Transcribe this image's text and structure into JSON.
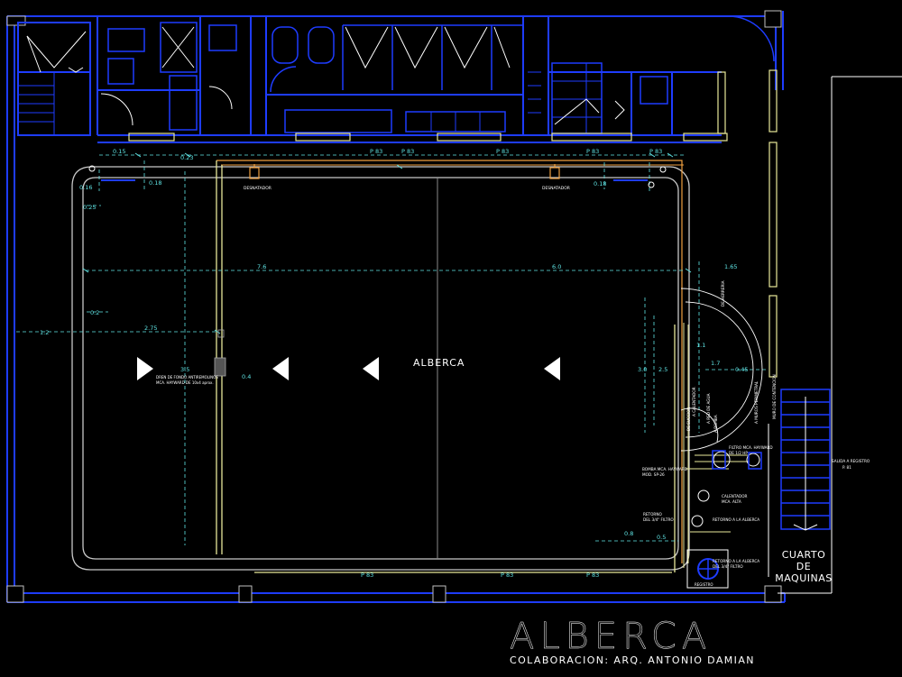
{
  "drawing": {
    "title": "ALBERCA",
    "credit": "COLABORACION: ARQ. ANTONIO DAMIAN",
    "pool_label": "ALBERCA",
    "machine_room": [
      "CUARTO",
      "DE",
      "MAQUINAS"
    ]
  },
  "labels": {
    "desnatador_left": "DESNATADOR",
    "desnatador_right": "DESNATADOR",
    "drain_note": "DREN DE FONDO ANTIREMOLINOS",
    "drain_note2": "MCA. HAYWARD DE 10x4 aprox.",
    "return_pipe": "RETORNO A LA ALBERCA",
    "return_note": "DEL 3/4\" FILTRO",
    "pump_label": "SALIDA A REGISTRO",
    "pump_sub": "P. 81",
    "filter_label": "FILTRO MCA. HAYWARD",
    "filter_sub": "DE 1/2 HP",
    "pump_label2": "BOMBA MCA. HAYWARD",
    "pump_label2_sub": "MOD. SP-26",
    "heater_label": "CALENTADOR",
    "heater_sub": "MCA. ALTA",
    "return_label": "RETORNO",
    "register_label": "REGISTRO",
    "vertical_1": "DE HERRERIA",
    "vertical_2": "A CALENTADOR",
    "vertical_3": "A RED DE AGUA",
    "vertical_4": "A BOMBA",
    "vertical_5": "DE SUCCION",
    "vertical_6": "A MUROS PERIMETRAL",
    "vertical_7": "MURO DE CONTENCION"
  },
  "dimensions": {
    "d_015": "0.15",
    "d_023": "0.23",
    "d_025": "0.25",
    "d_016": "0.16",
    "d_018": "0.18",
    "d_02": "0.2",
    "d_12": "1.2",
    "d_275": "2.75",
    "d_35": "3.5",
    "d_76": "7.6",
    "d_60": "6.0",
    "d_165": "1.65",
    "d_045": "0.45",
    "d_11": "1.1",
    "d_17": "1.7",
    "d_30": "3.0",
    "d_25": "2.5",
    "d_08": "0.8",
    "d_05": "0.5",
    "d_04": "0.4",
    "d_p83": "P 83"
  },
  "colors": {
    "background": "#000000",
    "walls_blue": "#1e3cff",
    "white_lines": "#ffffff",
    "yellow": "#e8e89a",
    "cyan": "#5fe4e4",
    "orange": "#f0a040",
    "grey": "#8a8a8a"
  }
}
